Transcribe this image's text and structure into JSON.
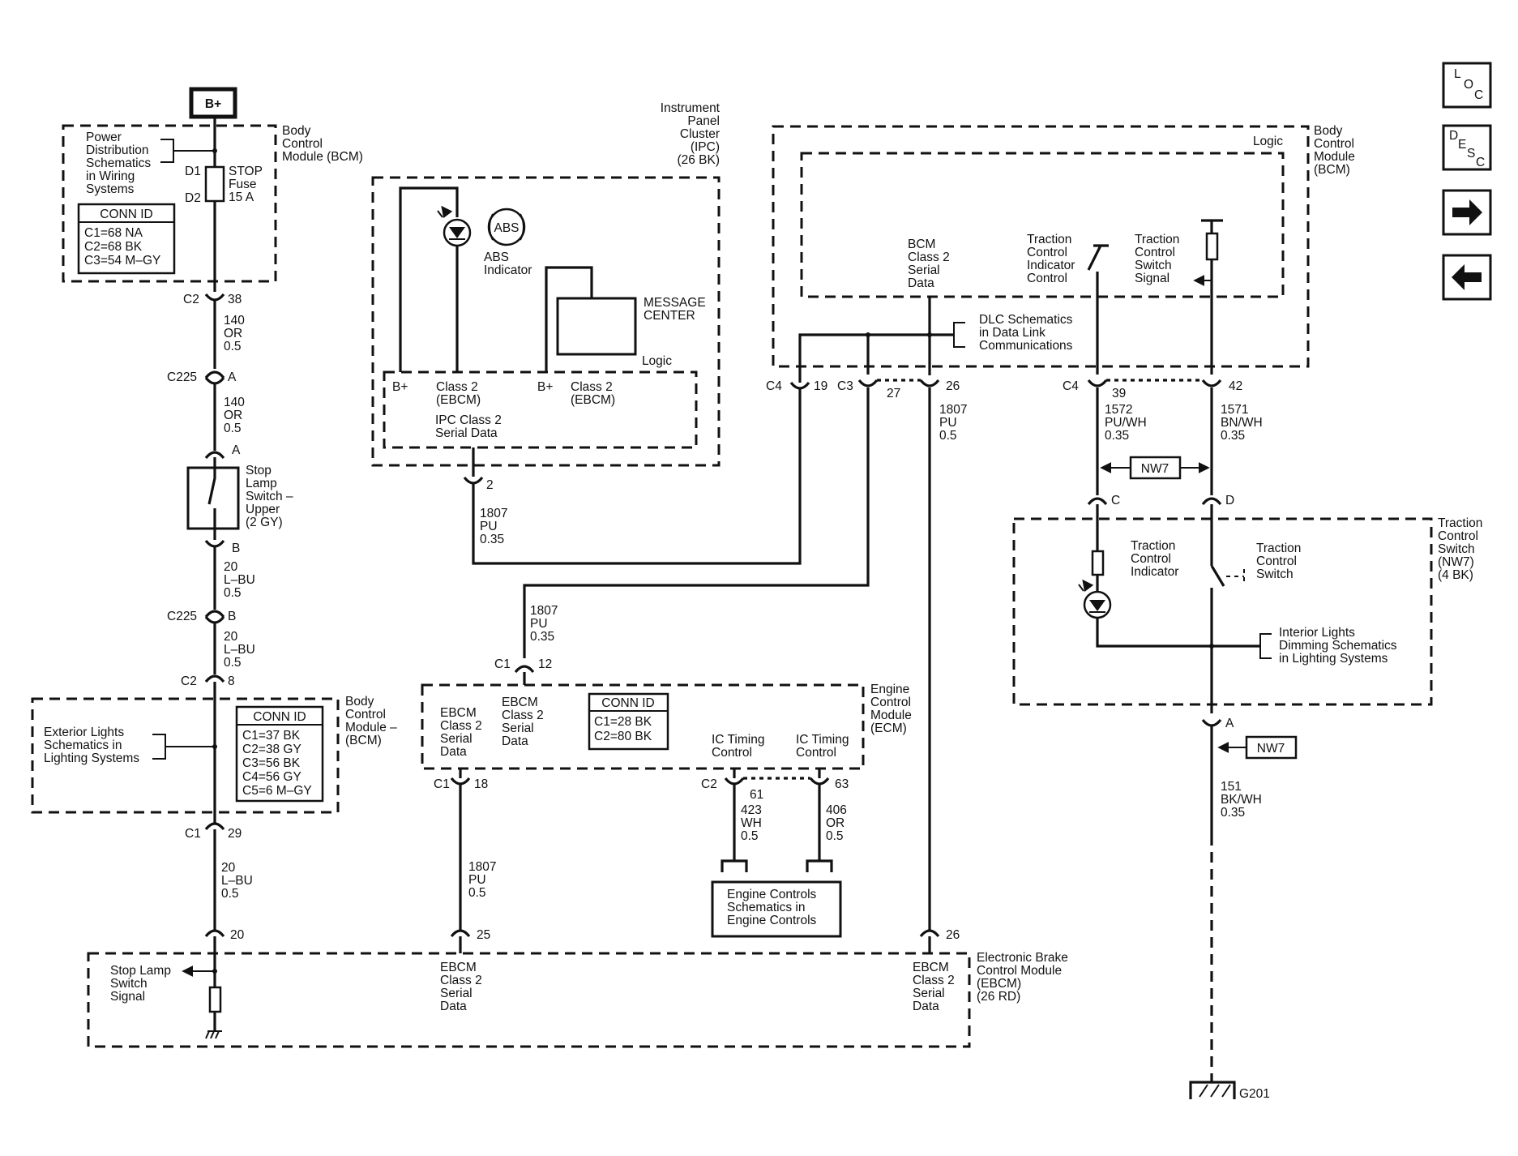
{
  "power": {
    "bplus": "B+"
  },
  "bcm_top": {
    "title": [
      "Body",
      "Control",
      "Module (BCM)"
    ],
    "pds": [
      "Power",
      "Distribution",
      "Schematics",
      "in Wiring",
      "Systems"
    ],
    "d1": "D1",
    "d2": "D2",
    "fuse": [
      "STOP",
      "Fuse",
      "15  A"
    ],
    "conn_title": "CONN ID",
    "conn_lines": [
      "C1=68 NA",
      "C2=68 BK",
      "C3=54 M–GY"
    ]
  },
  "left_chain": {
    "c2_38": [
      "C2",
      "38"
    ],
    "w140a": [
      "140",
      "OR",
      "0.5"
    ],
    "c225a": [
      "C225",
      "A"
    ],
    "w140b": [
      "140",
      "OR",
      "0.5"
    ],
    "sw_a": "A",
    "switch_label": [
      "Stop",
      "Lamp",
      "Switch –",
      "Upper",
      "(2 GY)"
    ],
    "sw_b": "B",
    "w20a": [
      "20",
      "L–BU",
      "0.5"
    ],
    "c225b": [
      "C225",
      "B"
    ],
    "w20b": [
      "20",
      "L–BU",
      "0.5"
    ],
    "c2_8": [
      "C2",
      "8"
    ],
    "c1_29": [
      "C1",
      "29"
    ],
    "w20c": [
      "20",
      "L–BU",
      "0.5"
    ]
  },
  "bcm_mid": {
    "title": [
      "Body",
      "Control",
      "Module –",
      "(BCM)"
    ],
    "ext_lights": [
      "Exterior Lights",
      "Schematics in",
      "Lighting Systems"
    ],
    "conn_title": "CONN ID",
    "conn_lines": [
      "C1=37 BK",
      "C2=38 GY",
      "C3=56 BK",
      "C4=56 GY",
      "C5=6 M–GY"
    ]
  },
  "ipc": {
    "title": [
      "Instrument",
      "Panel",
      "Cluster",
      "(IPC)",
      "(26 BK)"
    ],
    "abs_badge": "ABS",
    "abs_label": [
      "ABS",
      "Indicator"
    ],
    "msg_center": [
      "MESSAGE",
      "CENTER"
    ],
    "logic": "Logic",
    "b_plus_1": "B+",
    "class2_1": [
      "Class 2",
      "(EBCM)"
    ],
    "b_plus_2": "B+",
    "class2_2": [
      "Class 2",
      "(EBCM)"
    ],
    "serial": [
      "IPC Class 2",
      "Serial Data"
    ],
    "pin": "2",
    "wire": [
      "1807",
      "PU",
      "0.35"
    ]
  },
  "bcm_right": {
    "title": [
      "Body",
      "Control",
      "Module",
      "(BCM)"
    ],
    "logic": "Logic",
    "serial": [
      "BCM",
      "Class 2",
      "Serial",
      "Data"
    ],
    "tci_control": [
      "Traction",
      "Control",
      "Indicator",
      "Control"
    ],
    "tcs_signal": [
      "Traction",
      "Control",
      "Switch",
      "Signal"
    ],
    "dlc": [
      "DLC Schematics",
      "in Data Link",
      "Communications"
    ],
    "c4_19": [
      "C4",
      "19"
    ],
    "c3_27": [
      "C3",
      "27"
    ],
    "pin26": "26",
    "w1807": [
      "1807",
      "PU",
      "0.5"
    ],
    "c4_39": [
      "C4",
      "39"
    ],
    "pin42": "42",
    "w1572": [
      "1572",
      "PU/WH",
      "0.35"
    ],
    "w1571": [
      "1571",
      "BN/WH",
      "0.35"
    ]
  },
  "ecm": {
    "title": [
      "Engine",
      "Control",
      "Module",
      "(ECM)"
    ],
    "c1_12": [
      "C1",
      "12"
    ],
    "w1807_top": [
      "1807",
      "PU",
      "0.35"
    ],
    "ebcm1": [
      "EBCM",
      "Class 2",
      "Serial",
      "Data"
    ],
    "ebcm2": [
      "EBCM",
      "Class 2",
      "Serial",
      "Data"
    ],
    "conn_title": "CONN ID",
    "conn_lines": [
      "C1=28 BK",
      "C2=80 BK"
    ],
    "ic1": [
      "IC Timing",
      "Control"
    ],
    "ic2": [
      "IC Timing",
      "Control"
    ],
    "c1_18": [
      "C1",
      "18"
    ],
    "c2_61": [
      "C2",
      "61"
    ],
    "pin63": "63",
    "w423": [
      "423",
      "WH",
      "0.5"
    ],
    "w406": [
      "406",
      "OR",
      "0.5"
    ],
    "w1807_bottom": [
      "1807",
      "PU",
      "0.5"
    ],
    "engine_box": [
      "Engine Controls",
      "Schematics in",
      "Engine Controls"
    ]
  },
  "ebcm": {
    "title": [
      "Electronic Brake",
      "Control Module",
      "(EBCM)",
      "(26 RD)"
    ],
    "pin20": "20",
    "pin25": "25",
    "pin26": "26",
    "stop_signal": [
      "Stop Lamp",
      "Switch",
      "Signal"
    ],
    "serial1": [
      "EBCM",
      "Class 2",
      "Serial",
      "Data"
    ],
    "serial2": [
      "EBCM",
      "Class 2",
      "Serial",
      "Data"
    ]
  },
  "tcs": {
    "title": [
      "Traction",
      "Control",
      "Switch",
      "(NW7)",
      "(4 BK)"
    ],
    "nw7_top": "NW7",
    "pin_c": "C",
    "pin_d": "D",
    "tci": [
      "Traction",
      "Control",
      "Indicator"
    ],
    "tcsw": [
      "Traction",
      "Control",
      "Switch"
    ],
    "dimming": [
      "Interior Lights",
      "Dimming Schematics",
      "in Lighting Systems"
    ],
    "pin_a": "A",
    "nw7_bottom": "NW7",
    "w151": [
      "151",
      "BK/WH",
      "0.35"
    ],
    "ground": "G201"
  },
  "nav": {
    "loc": [
      "L",
      "O",
      "C"
    ],
    "desc": [
      "D",
      "E",
      "S",
      "C"
    ]
  }
}
